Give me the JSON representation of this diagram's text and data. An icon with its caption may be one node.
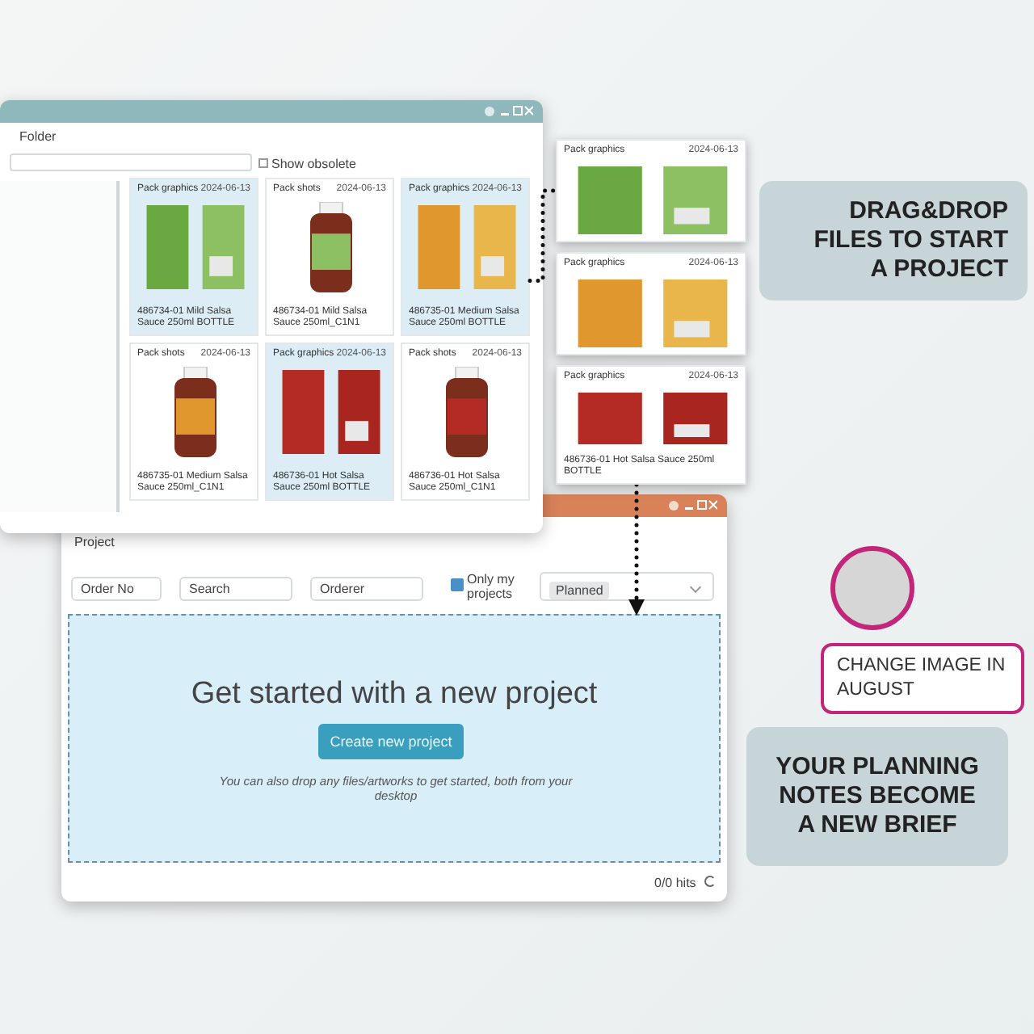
{
  "diagram": {
    "nodes": [
      {
        "text": [],
        "shape": "box"
      },
      {
        "text": [
          "Pack graphics",
          "2024-06-13",
          "486734-01 Mild Salsa Sauce 250ml BOTTLE"
        ],
        "in": 0
      },
      {
        "text": [
          "Pack shots",
          "2024-06-13",
          "486734-01 Mild Salsa Sauce 250ml_C1N1"
        ],
        "in": 0
      },
      {
        "text": [
          "Pack graphics",
          "2024-06-13",
          "486735-01 Medium Salsa Sauce 250ml BOTTLE"
        ],
        "in": 0
      },
      {
        "text": [
          "Pack shots",
          "2024-06-13",
          "486735-01 Medium Salsa Sauce 250ml_C1N1"
        ],
        "in": 0
      },
      {
        "text": [
          "Pack graphics",
          "2024-06-13",
          "486736-01 Hot Salsa Sauce 250ml BOTTLE"
        ],
        "in": 0
      },
      {
        "text": [
          "Pack shots",
          "2024-06-13",
          "486736-01 Hot Salsa Sauce 250ml_C1N1"
        ],
        "in": 0
      },
      {
        "text": [
          "Pack graphics",
          "2024-06-13"
        ]
      },
      {
        "text": [
          "Pack graphics",
          "2024-06-13"
        ]
      },
      {
        "text": [
          "Pack graphics",
          "2024-06-13",
          "486736-01 Hot Salsa Sauce 250ml BOTTLE"
        ]
      },
      {
        "text": [
          "DRAG&DROP FILES TO START A PROJECT"
        ]
      },
      {
        "text": [],
        "shape": "box"
      },
      {
        "text": [
          "Get started with a new project",
          "You can also drop any files/artworks to get started, both from your desktop"
        ],
        "in": 11
      },
      {
        "text": [
          "Create new project"
        ],
        "in": 12
      },
      {
        "text": [
          "CHANGE IMAGE IN AUGUST"
        ]
      },
      {
        "text": [
          "YOUR PLANNING NOTES BECOME A NEW BRIEF"
        ]
      }
    ],
    "edges": [
      {
        "from": 3,
        "to": 7,
        "arrow": "none",
        "style": "dashed"
      },
      {
        "from": 9,
        "to": 12,
        "arrow": "to",
        "style": "dashed"
      }
    ],
    "labels": [
      "Folder",
      "Show obsolete",
      "Project",
      "Order No",
      "Search",
      "Orderer",
      "Only my projects",
      "Planned",
      "0/0 hits"
    ]
  }
}
